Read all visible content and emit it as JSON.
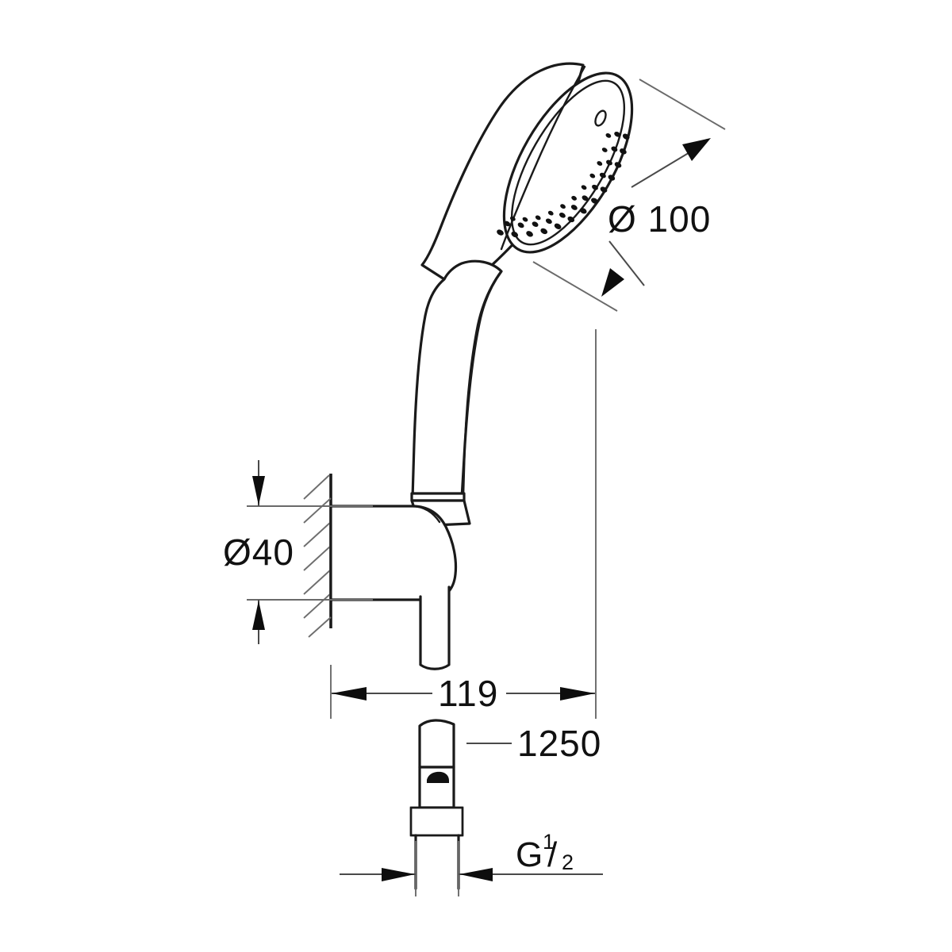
{
  "drawing": {
    "title": "Hand shower wall set technical dimension drawing",
    "units": "mm",
    "line_color": "#1a1a1a",
    "dim_color": "#4a4a4a",
    "background": "#ffffff"
  },
  "dimensions": {
    "spray_face": {
      "label": "Ø 100",
      "symbol": "Ø",
      "value": "100",
      "name": "spray-face-diameter"
    },
    "wall_bracket": {
      "label": "Ø40",
      "symbol": "Ø",
      "value": "40",
      "name": "wall-bracket-diameter"
    },
    "projection": {
      "label": "119",
      "value": "119",
      "name": "wall-projection"
    },
    "hose_length": {
      "label": "1250",
      "value": "1250",
      "name": "hose-length"
    },
    "thread": {
      "label_prefix": "G",
      "numerator": "1",
      "denominator": "2",
      "slash": "/",
      "name": "hose-thread-size"
    }
  },
  "parts": {
    "shower_head": "hand-shower-head",
    "spray_face": "spray-face",
    "nozzle_ring": "nozzle-ring",
    "indicator_hole": "indicator-oval-hole",
    "handle": "shower-handle",
    "handle_collar": "handle-knurled-collar",
    "wall_bracket": "wall-bracket",
    "wall": "wall-section",
    "wall_hatching": "wall-hatching",
    "hose": "shower-hose",
    "hose_break": "hose-break-line",
    "hose_marker": "hose-marker-band",
    "hose_nut": "hose-knurled-nut"
  }
}
